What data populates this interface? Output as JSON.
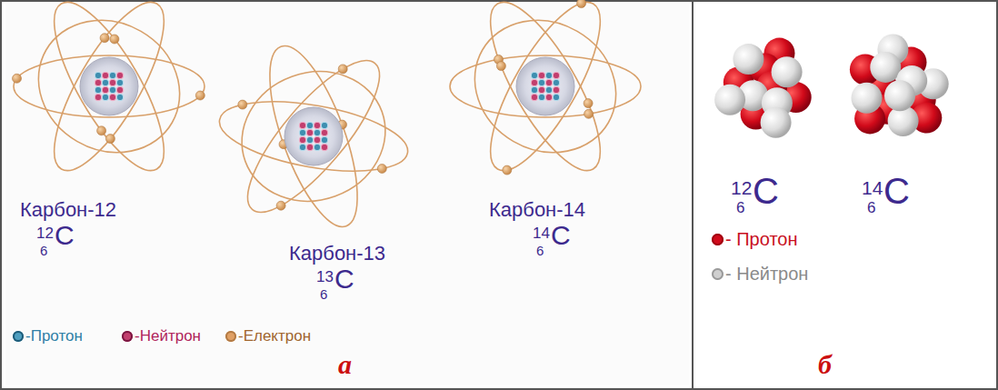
{
  "diagram": {
    "labels": [
      "Карбон-12",
      "12",
      "6",
      "C",
      "Карбон-13",
      "13",
      "6",
      "C",
      "Карбон-14",
      "14",
      "6",
      "C",
      "а",
      "12",
      "6",
      "C",
      "14",
      "6",
      "C",
      "б"
    ],
    "legend": [
      {
        "text": "-Протон",
        "color": "#4f9fc0"
      },
      {
        "text": "-Нейтрон",
        "color": "#c23f6e"
      },
      {
        "text": "-Електрон",
        "color": "#e0a064"
      },
      {
        "text": "- Протон",
        "color": "#d10a1a"
      },
      {
        "text": "- Нейтрон",
        "color": "#cfcfcf"
      }
    ]
  }
}
